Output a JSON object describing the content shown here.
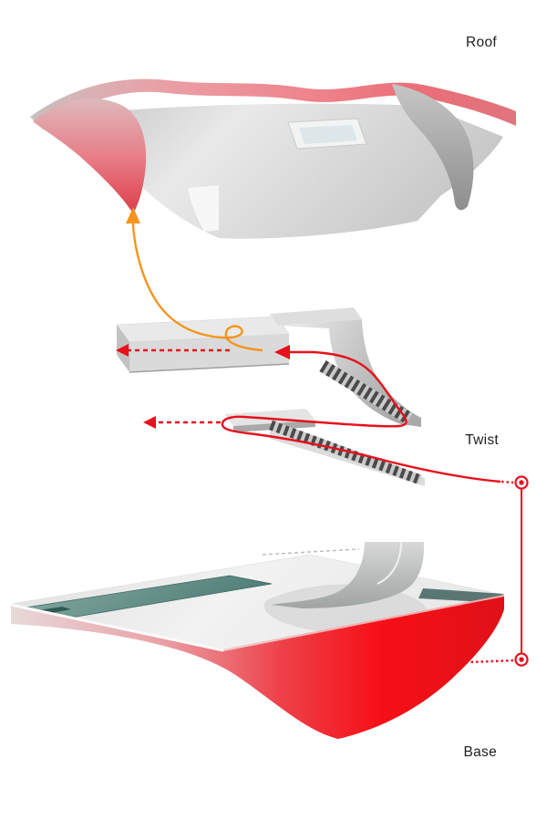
{
  "figure": {
    "labels": {
      "roof": "Roof",
      "twist": "Twist",
      "base": "Base"
    }
  },
  "colors": {
    "background": "#ffffff",
    "label_text": "#1e1e1e",
    "accent_red": "#e8101c",
    "accent_orange": "#f5941e",
    "roof_pink": "#ef8a92",
    "base_red": "#f01018",
    "pool_teal": "#5d8a82",
    "stair_dark": "#4a4a4a",
    "gray_light": "#e9e9e9",
    "gray_mid": "#c6c6c6",
    "gray_dark": "#989898"
  }
}
